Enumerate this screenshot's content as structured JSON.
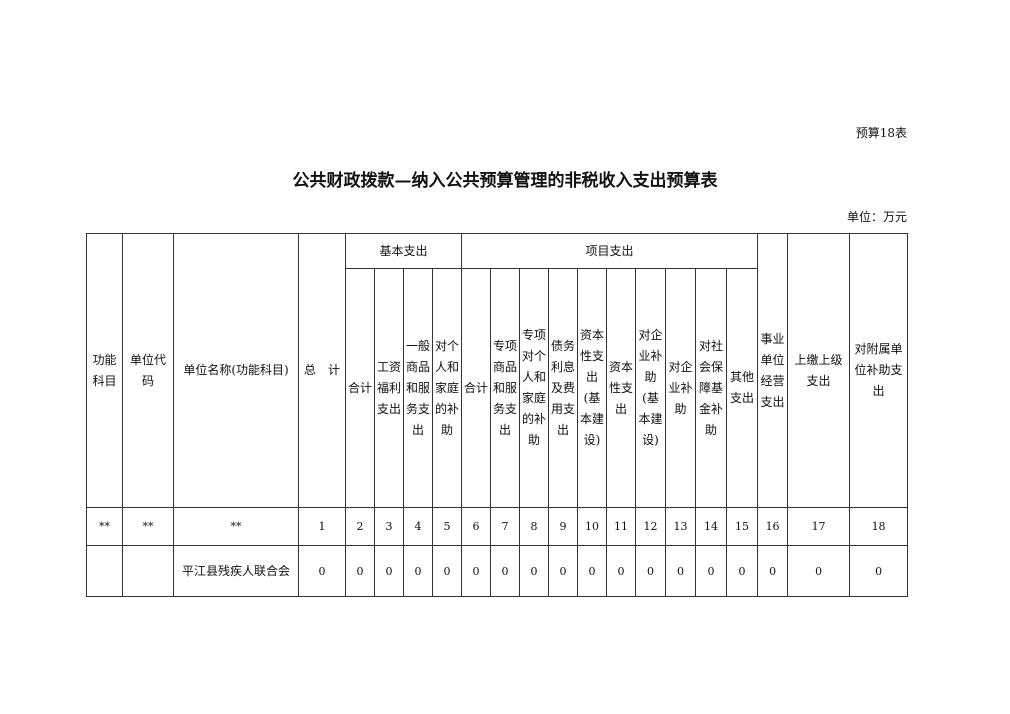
{
  "table_no": "预算18表",
  "title": "公共财政拨款—纳入公共预算管理的非税收入支出预算表",
  "unit": "单位：万元",
  "headers": {
    "func": "功能科目",
    "code": "单位代码",
    "name": "单位名称(功能科目)",
    "total": "总　计",
    "basic": "基本支出",
    "project": "项目支出",
    "basic_cols": [
      "合计",
      "工资福利支出",
      "一般商品和服务支出",
      "对个人和家庭的补助"
    ],
    "project_cols": [
      "合计",
      "专项商品和服务支出",
      "专项对个人和家庭的补助",
      "债务利息及费用支出",
      "资本性支出(基本建设)",
      "资本性支出",
      "对企业补助(基本建设)",
      "对企业补助",
      "对社会保障基金补助",
      "其他支出"
    ],
    "biz": "事业单位经营支出",
    "upper": "上缴上级支出",
    "affil": "对附属单位补助支出"
  },
  "index_row": [
    "**",
    "**",
    "**",
    "1",
    "2",
    "3",
    "4",
    "5",
    "6",
    "7",
    "8",
    "9",
    "10",
    "11",
    "12",
    "13",
    "14",
    "15",
    "16",
    "17",
    "18"
  ],
  "rows": [
    {
      "cells": [
        "",
        "",
        "平江县残疾人联合会",
        "0",
        "0",
        "0",
        "0",
        "0",
        "0",
        "0",
        "0",
        "0",
        "0",
        "0",
        "0",
        "0",
        "0",
        "0",
        "0",
        "0",
        "0"
      ]
    }
  ]
}
